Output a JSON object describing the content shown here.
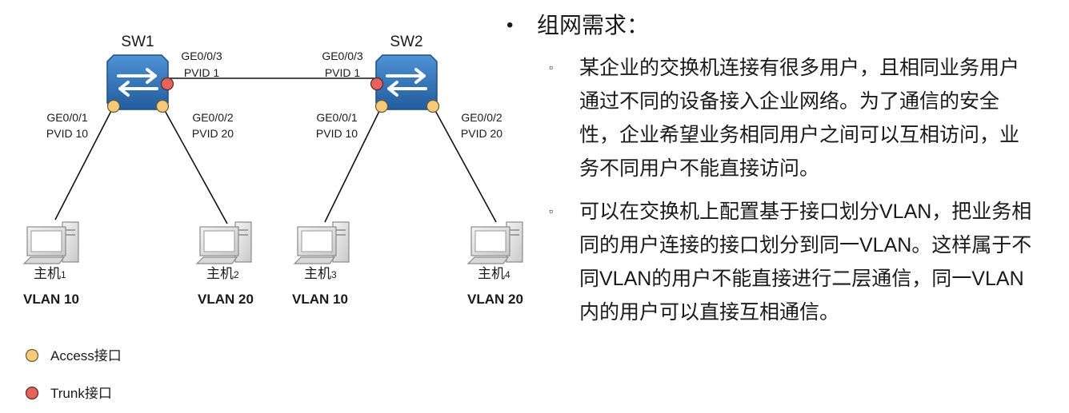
{
  "colors": {
    "access_port": "#f6c97b",
    "trunk_port": "#e5635d",
    "switch_body": "#2f6fb3",
    "line": "#111111"
  },
  "diagram": {
    "switches": [
      {
        "label": "SW1",
        "icon": "switch-icon"
      },
      {
        "label": "SW2",
        "icon": "switch-icon"
      }
    ],
    "ports": {
      "sw1_trunk": {
        "name": "GE0/0/3",
        "pvid": "PVID 1"
      },
      "sw2_trunk": {
        "name": "GE0/0/3",
        "pvid": "PVID 1"
      },
      "sw1_p1": {
        "name": "GE0/0/1",
        "pvid": "PVID 10"
      },
      "sw1_p2": {
        "name": "GE0/0/2",
        "pvid": "PVID 20"
      },
      "sw2_p1": {
        "name": "GE0/0/1",
        "pvid": "PVID 10"
      },
      "sw2_p2": {
        "name": "GE0/0/2",
        "pvid": "PVID 20"
      }
    },
    "hosts": [
      {
        "name": "主机",
        "index": "1",
        "vlan": "VLAN 10",
        "icon": "computer-icon"
      },
      {
        "name": "主机",
        "index": "2",
        "vlan": "VLAN 20",
        "icon": "computer-icon"
      },
      {
        "name": "主机",
        "index": "3",
        "vlan": "VLAN 10",
        "icon": "computer-icon"
      },
      {
        "name": "主机",
        "index": "4",
        "vlan": "VLAN 20",
        "icon": "computer-icon"
      }
    ],
    "legend": [
      {
        "label": "Access接口",
        "type": "access"
      },
      {
        "label": "Trunk接口",
        "type": "trunk"
      }
    ]
  },
  "requirements": {
    "bullet": "•",
    "heading": "组网需求：",
    "sub_bullet": "▫",
    "items": [
      {
        "text": "某企业的交换机连接有很多用户，且相同业务用户通过不同的设备接入企业网络。为了通信的安全性，企业希望业务相同用户之间可以互相访问，业务不同用户不能直接访问。"
      },
      {
        "text": "可以在交换机上配置基于接口划分VLAN，把业务相同的用户连接的接口划分到同一VLAN。这样属于不同VLAN的用户不能直接进行二层通信，同一VLAN内的用户可以直接互相通信。"
      }
    ]
  }
}
